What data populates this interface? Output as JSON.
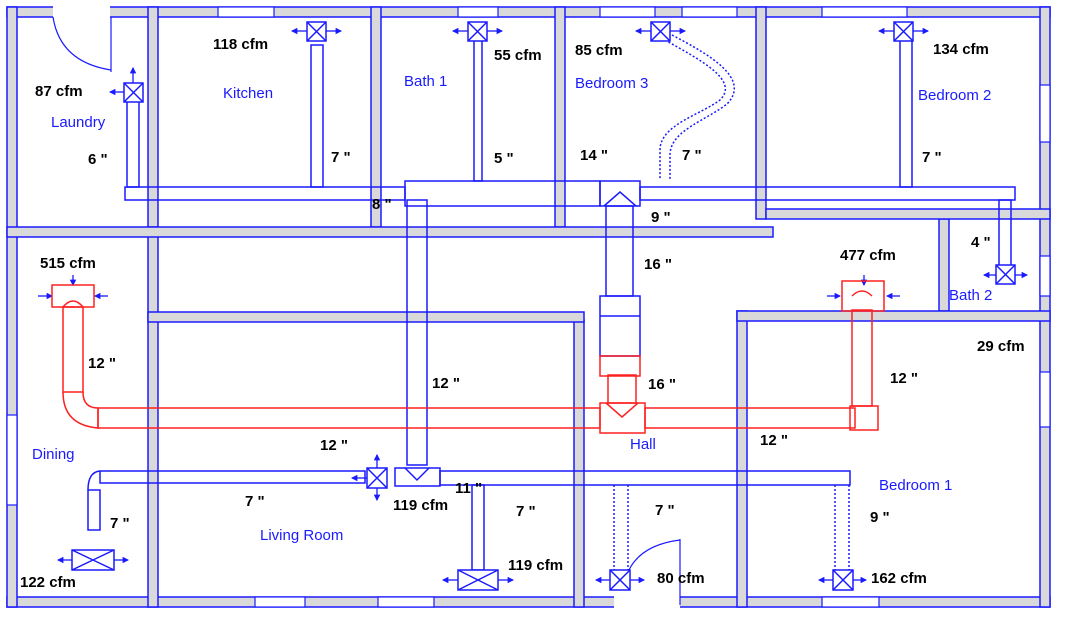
{
  "diagram": {
    "type": "hvac-duct-floor-plan",
    "colors": {
      "wall_fill": "#d9d9d9",
      "wall_line": "#1a1aff",
      "supply_duct": "#1a1aff",
      "return_duct": "#ff2020",
      "room_label": "#1a1aff",
      "value_label": "#000000"
    },
    "rooms": [
      {
        "id": "laundry",
        "label": "Laundry"
      },
      {
        "id": "kitchen",
        "label": "Kitchen"
      },
      {
        "id": "bath1",
        "label": "Bath 1"
      },
      {
        "id": "bedroom3",
        "label": "Bedroom 3"
      },
      {
        "id": "bedroom2",
        "label": "Bedroom 2"
      },
      {
        "id": "bath2",
        "label": "Bath 2"
      },
      {
        "id": "dining",
        "label": "Dining"
      },
      {
        "id": "living",
        "label": "Living Room"
      },
      {
        "id": "hall",
        "label": "Hall"
      },
      {
        "id": "bedroom1",
        "label": "Bedroom 1"
      }
    ],
    "supply_registers": [
      {
        "room": "laundry",
        "cfm": "87 cfm"
      },
      {
        "room": "kitchen",
        "cfm": "118 cfm"
      },
      {
        "room": "bath1",
        "cfm": "55 cfm"
      },
      {
        "room": "bedroom3",
        "cfm": "85 cfm"
      },
      {
        "room": "bedroom2",
        "cfm": "134 cfm"
      },
      {
        "room": "bath2",
        "cfm": "29 cfm"
      },
      {
        "room": "dining",
        "cfm": "122 cfm"
      },
      {
        "room": "living-left",
        "cfm": "119 cfm"
      },
      {
        "room": "living-right",
        "cfm": "119 cfm"
      },
      {
        "room": "hall",
        "cfm": "80 cfm"
      },
      {
        "room": "bedroom1",
        "cfm": "162 cfm"
      }
    ],
    "return_grilles": [
      {
        "room": "dining",
        "cfm": "515 cfm"
      },
      {
        "room": "bedroom1-closet",
        "cfm": "477 cfm"
      }
    ],
    "duct_sizes": [
      {
        "where": "laundry-branch",
        "size": "6 \""
      },
      {
        "where": "kitchen-branch",
        "size": "7 \""
      },
      {
        "where": "bath1-branch",
        "size": "5 \""
      },
      {
        "where": "trunk-bedroom3",
        "size": "14 \""
      },
      {
        "where": "bedroom3-branch",
        "size": "7 \""
      },
      {
        "where": "bedroom2-branch",
        "size": "7 \""
      },
      {
        "where": "trunk-west-end",
        "size": "8 \""
      },
      {
        "where": "trunk-east",
        "size": "9 \""
      },
      {
        "where": "bath2-branch",
        "size": "4 \""
      },
      {
        "where": "supply-plenum",
        "size": "16 \""
      },
      {
        "where": "return-plenum",
        "size": "16 \""
      },
      {
        "where": "return-dining-drop",
        "size": "12 \""
      },
      {
        "where": "supply-drop-living",
        "size": "12 \""
      },
      {
        "where": "return-bedroom1-drop",
        "size": "12 \""
      },
      {
        "where": "return-trunk-east",
        "size": "12 \""
      },
      {
        "where": "lower-trunk-west",
        "size": "12 \""
      },
      {
        "where": "dining-branch-horizontal",
        "size": "7 \""
      },
      {
        "where": "dining-branch-vertical",
        "size": "7 \""
      },
      {
        "where": "lower-trunk-mid",
        "size": "11 \""
      },
      {
        "where": "living-branch",
        "size": "7 \""
      },
      {
        "where": "hall-branch",
        "size": "7 \""
      },
      {
        "where": "bedroom1-branch",
        "size": "9 \""
      }
    ]
  }
}
